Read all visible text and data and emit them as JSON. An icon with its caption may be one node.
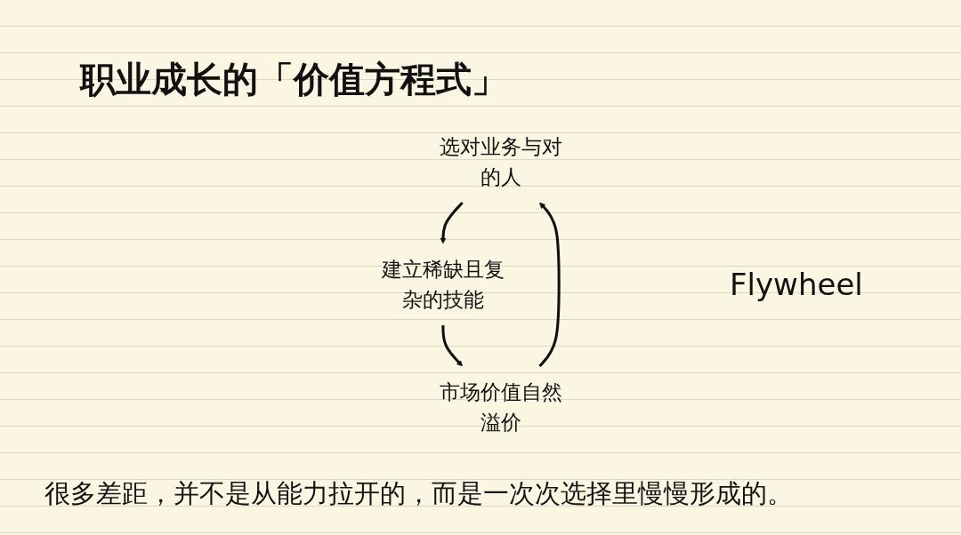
{
  "diagram": {
    "title": "职业成长的「价值方程式」",
    "caption": "很多差距，并不是从能力拉开的，而是一次次选择里慢慢形成的。",
    "nodes": [
      {
        "text": [
          "选对业务与对的人"
        ]
      },
      {
        "text": [
          "建立稀缺且复杂的技能"
        ]
      },
      {
        "text": [
          "市场价值自然溢价"
        ]
      }
    ],
    "edges": [
      {
        "from": 0,
        "to": 1,
        "arrow": "to"
      },
      {
        "from": 1,
        "to": 2,
        "arrow": "to"
      },
      {
        "from": 2,
        "to": 0,
        "arrow": "to"
      }
    ],
    "labels": [
      "Flywheel"
    ]
  }
}
